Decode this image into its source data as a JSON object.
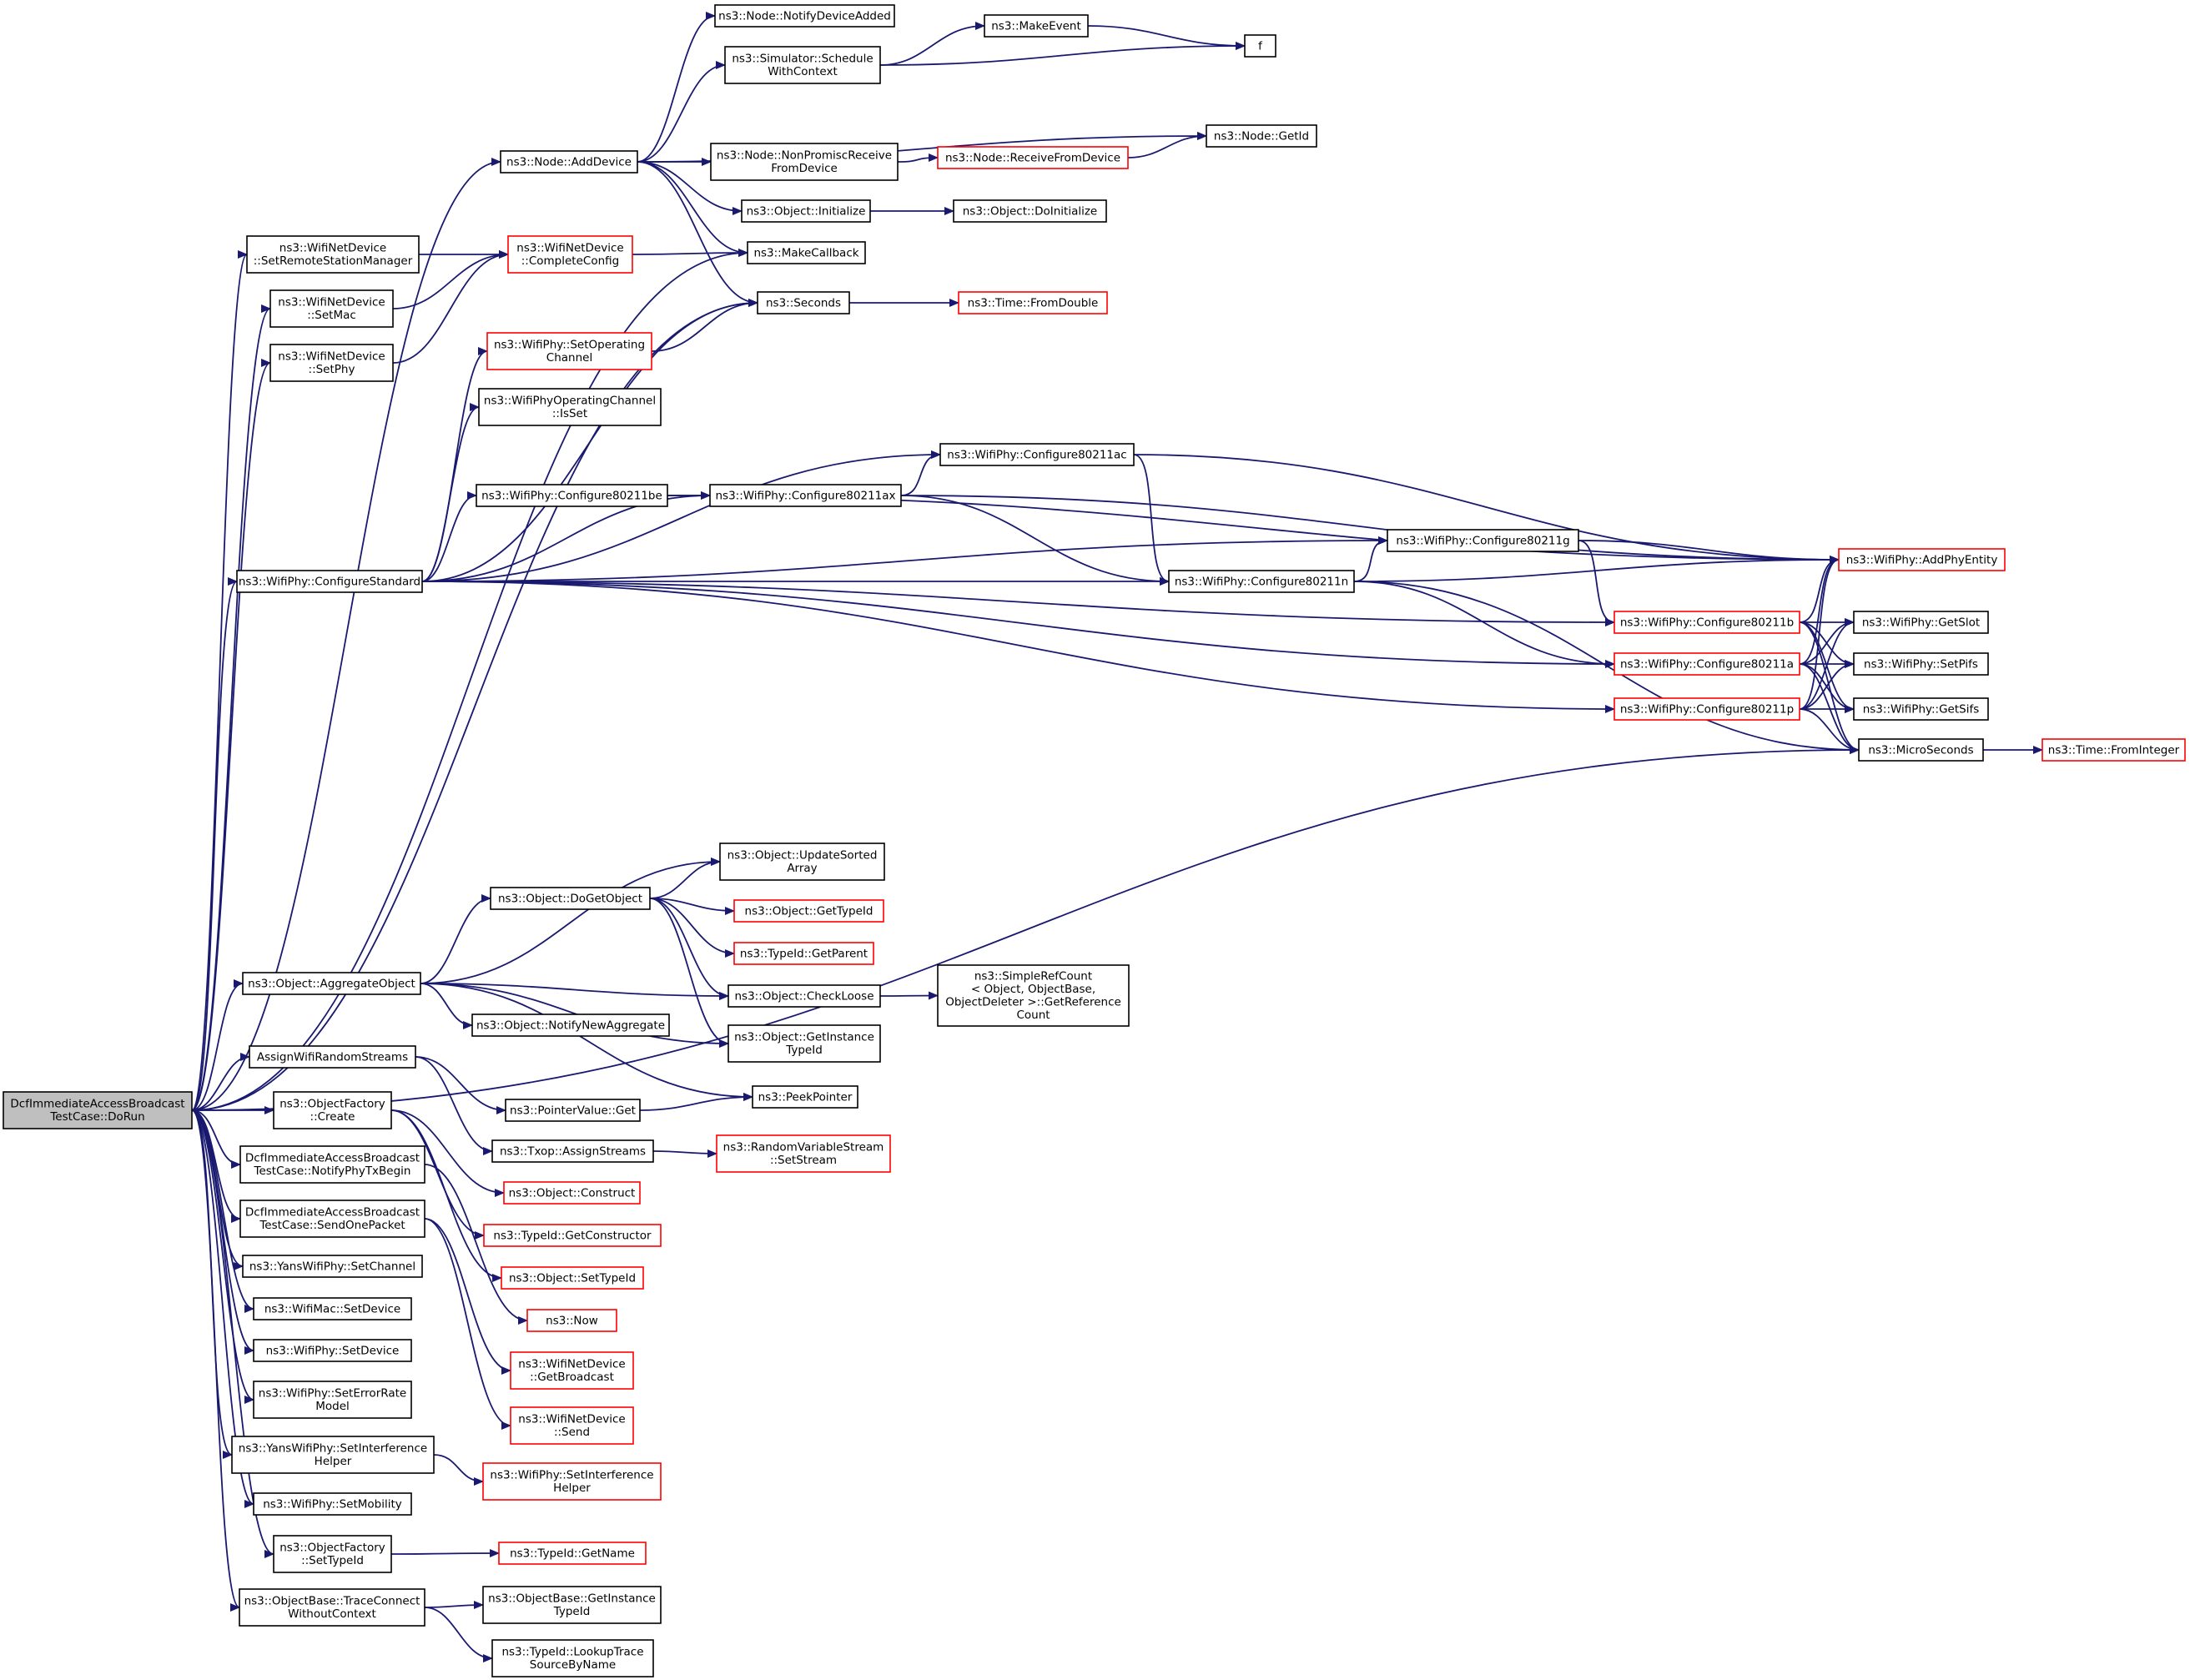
{
  "graph": {
    "colors": {
      "edge": "#191970",
      "border_plain": "#000000",
      "border_truncated": "#ff0000",
      "root_fill": "#bfbfbf",
      "fill": "#ffffff"
    },
    "nodes": [
      {
        "id": "root",
        "lines": [
          "DcfImmediateAccessBroadcast",
          "TestCase::DoRun"
        ],
        "style": "root"
      },
      {
        "id": "notifyDeviceAdded",
        "lines": [
          "ns3::Node::NotifyDeviceAdded"
        ],
        "style": "plain"
      },
      {
        "id": "makeEvent",
        "lines": [
          "ns3::MakeEvent"
        ],
        "style": "plain"
      },
      {
        "id": "f",
        "lines": [
          "f"
        ],
        "style": "plain"
      },
      {
        "id": "scheduleWithContext",
        "lines": [
          "ns3::Simulator::Schedule",
          "WithContext"
        ],
        "style": "plain"
      },
      {
        "id": "nodeGetId",
        "lines": [
          "ns3::Node::GetId"
        ],
        "style": "plain"
      },
      {
        "id": "nodeNonPromisc",
        "lines": [
          "ns3::Node::NonPromiscReceive",
          "FromDevice"
        ],
        "style": "plain"
      },
      {
        "id": "nodeReceiveFromDevice",
        "lines": [
          "ns3::Node::ReceiveFromDevice"
        ],
        "style": "truncated"
      },
      {
        "id": "addDevice",
        "lines": [
          "ns3::Node::AddDevice"
        ],
        "style": "plain"
      },
      {
        "id": "objectInitialize",
        "lines": [
          "ns3::Object::Initialize"
        ],
        "style": "plain"
      },
      {
        "id": "objectDoInitialize",
        "lines": [
          "ns3::Object::DoInitialize"
        ],
        "style": "plain"
      },
      {
        "id": "setRemoteStationManager",
        "lines": [
          "ns3::WifiNetDevice",
          "::SetRemoteStationManager"
        ],
        "style": "plain"
      },
      {
        "id": "completeConfig",
        "lines": [
          "ns3::WifiNetDevice",
          "::CompleteConfig"
        ],
        "style": "truncated"
      },
      {
        "id": "makeCallback",
        "lines": [
          "ns3::MakeCallback"
        ],
        "style": "plain"
      },
      {
        "id": "setMac",
        "lines": [
          "ns3::WifiNetDevice",
          "::SetMac"
        ],
        "style": "plain"
      },
      {
        "id": "seconds",
        "lines": [
          "ns3::Seconds"
        ],
        "style": "plain"
      },
      {
        "id": "timeFromDouble",
        "lines": [
          "ns3::Time::FromDouble"
        ],
        "style": "truncated"
      },
      {
        "id": "setPhy",
        "lines": [
          "ns3::WifiNetDevice",
          "::SetPhy"
        ],
        "style": "plain"
      },
      {
        "id": "setOperatingChannel",
        "lines": [
          "ns3::WifiPhy::SetOperating",
          "Channel"
        ],
        "style": "truncated"
      },
      {
        "id": "operatingChannelIsSet",
        "lines": [
          "ns3::WifiPhyOperatingChannel",
          "::IsSet"
        ],
        "style": "plain"
      },
      {
        "id": "cfg80211ac",
        "lines": [
          "ns3::WifiPhy::Configure80211ac"
        ],
        "style": "plain"
      },
      {
        "id": "cfg80211be",
        "lines": [
          "ns3::WifiPhy::Configure80211be"
        ],
        "style": "plain"
      },
      {
        "id": "cfg80211ax",
        "lines": [
          "ns3::WifiPhy::Configure80211ax"
        ],
        "style": "plain"
      },
      {
        "id": "cfg80211g",
        "lines": [
          "ns3::WifiPhy::Configure80211g"
        ],
        "style": "plain"
      },
      {
        "id": "addPhyEntity",
        "lines": [
          "ns3::WifiPhy::AddPhyEntity"
        ],
        "style": "truncated"
      },
      {
        "id": "configureStandard",
        "lines": [
          "ns3::WifiPhy::ConfigureStandard"
        ],
        "style": "plain"
      },
      {
        "id": "cfg80211n",
        "lines": [
          "ns3::WifiPhy::Configure80211n"
        ],
        "style": "plain"
      },
      {
        "id": "cfg80211b",
        "lines": [
          "ns3::WifiPhy::Configure80211b"
        ],
        "style": "truncated"
      },
      {
        "id": "getSlot",
        "lines": [
          "ns3::WifiPhy::GetSlot"
        ],
        "style": "plain"
      },
      {
        "id": "cfg80211a",
        "lines": [
          "ns3::WifiPhy::Configure80211a"
        ],
        "style": "truncated"
      },
      {
        "id": "setPifs",
        "lines": [
          "ns3::WifiPhy::SetPifs"
        ],
        "style": "plain"
      },
      {
        "id": "cfg80211p",
        "lines": [
          "ns3::WifiPhy::Configure80211p"
        ],
        "style": "truncated"
      },
      {
        "id": "getSifs",
        "lines": [
          "ns3::WifiPhy::GetSifs"
        ],
        "style": "plain"
      },
      {
        "id": "microSeconds",
        "lines": [
          "ns3::MicroSeconds"
        ],
        "style": "plain"
      },
      {
        "id": "timeFromInteger",
        "lines": [
          "ns3::Time::FromInteger"
        ],
        "style": "truncated"
      },
      {
        "id": "updateSortedArray",
        "lines": [
          "ns3::Object::UpdateSorted",
          "Array"
        ],
        "style": "plain"
      },
      {
        "id": "doGetObject",
        "lines": [
          "ns3::Object::DoGetObject"
        ],
        "style": "plain"
      },
      {
        "id": "objectGetTypeId",
        "lines": [
          "ns3::Object::GetTypeId"
        ],
        "style": "truncated"
      },
      {
        "id": "typeIdGetParent",
        "lines": [
          "ns3::TypeId::GetParent"
        ],
        "style": "truncated"
      },
      {
        "id": "aggregateObject",
        "lines": [
          "ns3::Object::AggregateObject"
        ],
        "style": "plain"
      },
      {
        "id": "checkLoose",
        "lines": [
          "ns3::Object::CheckLoose"
        ],
        "style": "plain"
      },
      {
        "id": "simpleRefCount",
        "lines": [
          "ns3::SimpleRefCount",
          "< Object, ObjectBase,",
          "ObjectDeleter >::GetReference",
          "Count"
        ],
        "style": "plain"
      },
      {
        "id": "notifyNewAggregate",
        "lines": [
          "ns3::Object::NotifyNewAggregate"
        ],
        "style": "plain"
      },
      {
        "id": "getInstanceTypeId",
        "lines": [
          "ns3::Object::GetInstance",
          "TypeId"
        ],
        "style": "plain"
      },
      {
        "id": "assignWifiRandomStreams",
        "lines": [
          "AssignWifiRandomStreams"
        ],
        "style": "plain"
      },
      {
        "id": "peekPointer",
        "lines": [
          "ns3::PeekPointer"
        ],
        "style": "plain"
      },
      {
        "id": "objectFactoryCreate",
        "lines": [
          "ns3::ObjectFactory",
          "::Create"
        ],
        "style": "plain"
      },
      {
        "id": "pointerValueGet",
        "lines": [
          "ns3::PointerValue::Get"
        ],
        "style": "plain"
      },
      {
        "id": "txopAssignStreams",
        "lines": [
          "ns3::Txop::AssignStreams"
        ],
        "style": "plain"
      },
      {
        "id": "rvsSetStream",
        "lines": [
          "ns3::RandomVariableStream",
          "::SetStream"
        ],
        "style": "truncated"
      },
      {
        "id": "notifyPhyTxBegin",
        "lines": [
          "DcfImmediateAccessBroadcast",
          "TestCase::NotifyPhyTxBegin"
        ],
        "style": "plain"
      },
      {
        "id": "objectConstruct",
        "lines": [
          "ns3::Object::Construct"
        ],
        "style": "truncated"
      },
      {
        "id": "sendOnePacket",
        "lines": [
          "DcfImmediateAccessBroadcast",
          "TestCase::SendOnePacket"
        ],
        "style": "plain"
      },
      {
        "id": "getConstructor",
        "lines": [
          "ns3::TypeId::GetConstructor"
        ],
        "style": "truncated"
      },
      {
        "id": "yansSetChannel",
        "lines": [
          "ns3::YansWifiPhy::SetChannel"
        ],
        "style": "plain"
      },
      {
        "id": "objectSetTypeId",
        "lines": [
          "ns3::Object::SetTypeId"
        ],
        "style": "truncated"
      },
      {
        "id": "wifiMacSetDevice",
        "lines": [
          "ns3::WifiMac::SetDevice"
        ],
        "style": "plain"
      },
      {
        "id": "now",
        "lines": [
          "ns3::Now"
        ],
        "style": "truncated"
      },
      {
        "id": "wifiPhySetDevice",
        "lines": [
          "ns3::WifiPhy::SetDevice"
        ],
        "style": "plain"
      },
      {
        "id": "getBroadcast",
        "lines": [
          "ns3::WifiNetDevice",
          "::GetBroadcast"
        ],
        "style": "truncated"
      },
      {
        "id": "setErrorRateModel",
        "lines": [
          "ns3::WifiPhy::SetErrorRate",
          "Model"
        ],
        "style": "plain"
      },
      {
        "id": "wifiNetDeviceSend",
        "lines": [
          "ns3::WifiNetDevice",
          "::Send"
        ],
        "style": "truncated"
      },
      {
        "id": "yansSetInterferenceHelper",
        "lines": [
          "ns3::YansWifiPhy::SetInterference",
          "Helper"
        ],
        "style": "plain"
      },
      {
        "id": "wifiPhySetInterferenceHelper",
        "lines": [
          "ns3::WifiPhy::SetInterference",
          "Helper"
        ],
        "style": "truncated"
      },
      {
        "id": "setMobility",
        "lines": [
          "ns3::WifiPhy::SetMobility"
        ],
        "style": "plain"
      },
      {
        "id": "objectFactorySetTypeId",
        "lines": [
          "ns3::ObjectFactory",
          "::SetTypeId"
        ],
        "style": "plain"
      },
      {
        "id": "typeIdGetName",
        "lines": [
          "ns3::TypeId::GetName"
        ],
        "style": "truncated"
      },
      {
        "id": "traceConnect",
        "lines": [
          "ns3::ObjectBase::TraceConnect",
          "WithoutContext"
        ],
        "style": "plain"
      },
      {
        "id": "objectBaseGetInstanceTypeId",
        "lines": [
          "ns3::ObjectBase::GetInstance",
          "TypeId"
        ],
        "style": "plain"
      },
      {
        "id": "lookupTraceSource",
        "lines": [
          "ns3::TypeId::LookupTrace",
          "SourceByName"
        ],
        "style": "plain"
      }
    ]
  }
}
